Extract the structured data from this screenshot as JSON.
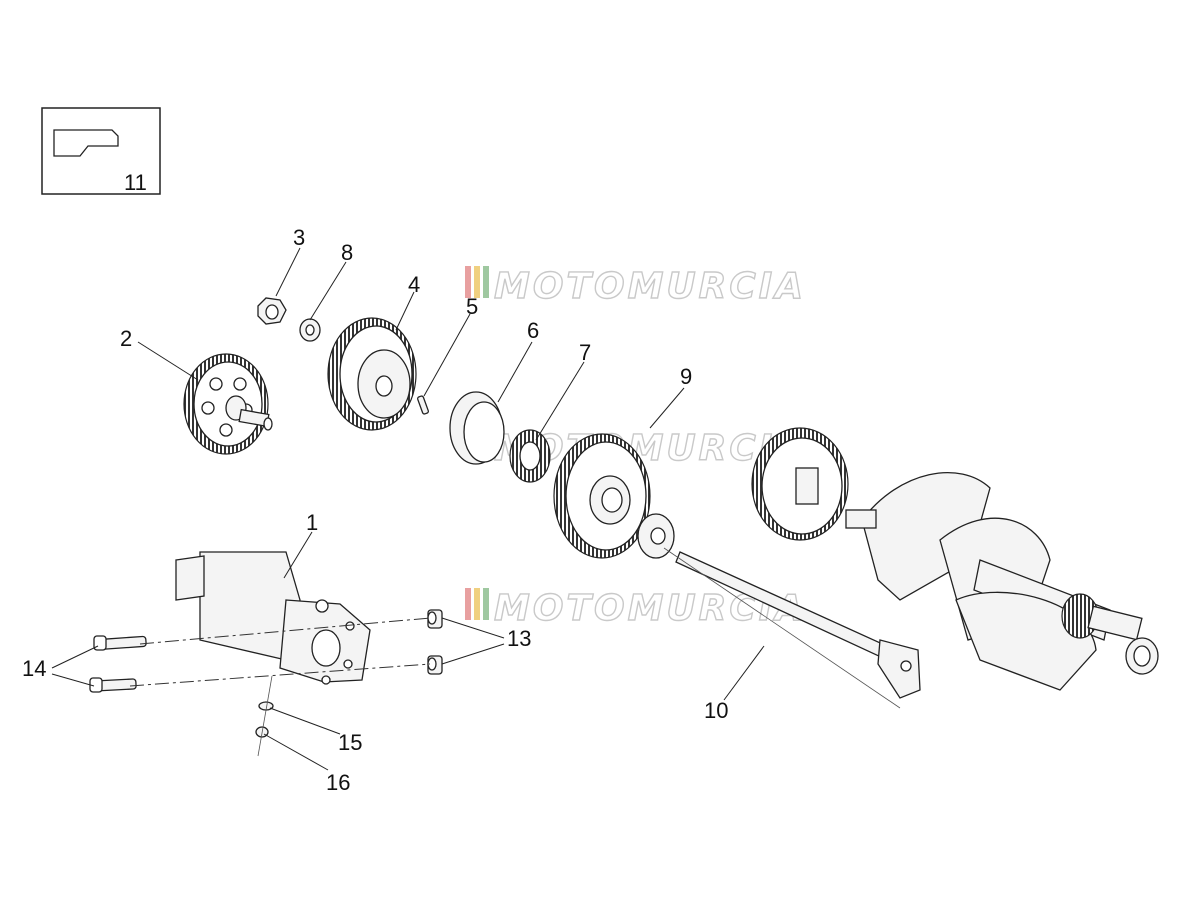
{
  "colors": {
    "line": "#222222",
    "part_fill": "#f4f4f4",
    "watermark_outline": "#c9c9c9",
    "watermark_stripe_1": "#e8a0a0",
    "watermark_stripe_2": "#f0d080",
    "watermark_stripe_3": "#9fc8a0"
  },
  "watermark": {
    "text": "MOTOMURCIA"
  },
  "inset": {
    "label": "11"
  },
  "labels": {
    "p1": "1",
    "p2": "2",
    "p3": "3",
    "p4": "4",
    "p5": "5",
    "p6": "6",
    "p7": "7",
    "p8": "8",
    "p9": "9",
    "p10": "10",
    "p13": "13",
    "p14": "14",
    "p15": "15",
    "p16": "16"
  }
}
